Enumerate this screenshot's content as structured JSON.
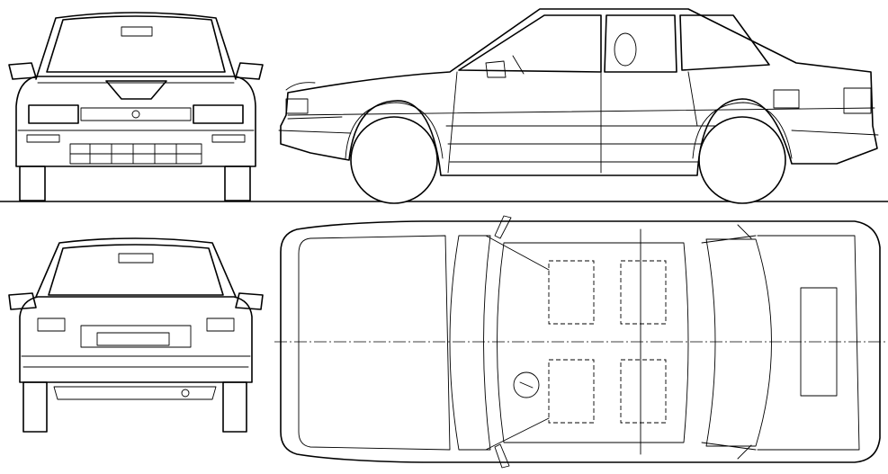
{
  "diagram": {
    "views": [
      {
        "id": "front",
        "name": ""
      },
      {
        "id": "side",
        "name": ""
      },
      {
        "id": "rear",
        "name": ""
      },
      {
        "id": "top",
        "name": ""
      }
    ],
    "colors": {
      "line": "#000000",
      "background": "#ffffff"
    },
    "has_text": false
  }
}
